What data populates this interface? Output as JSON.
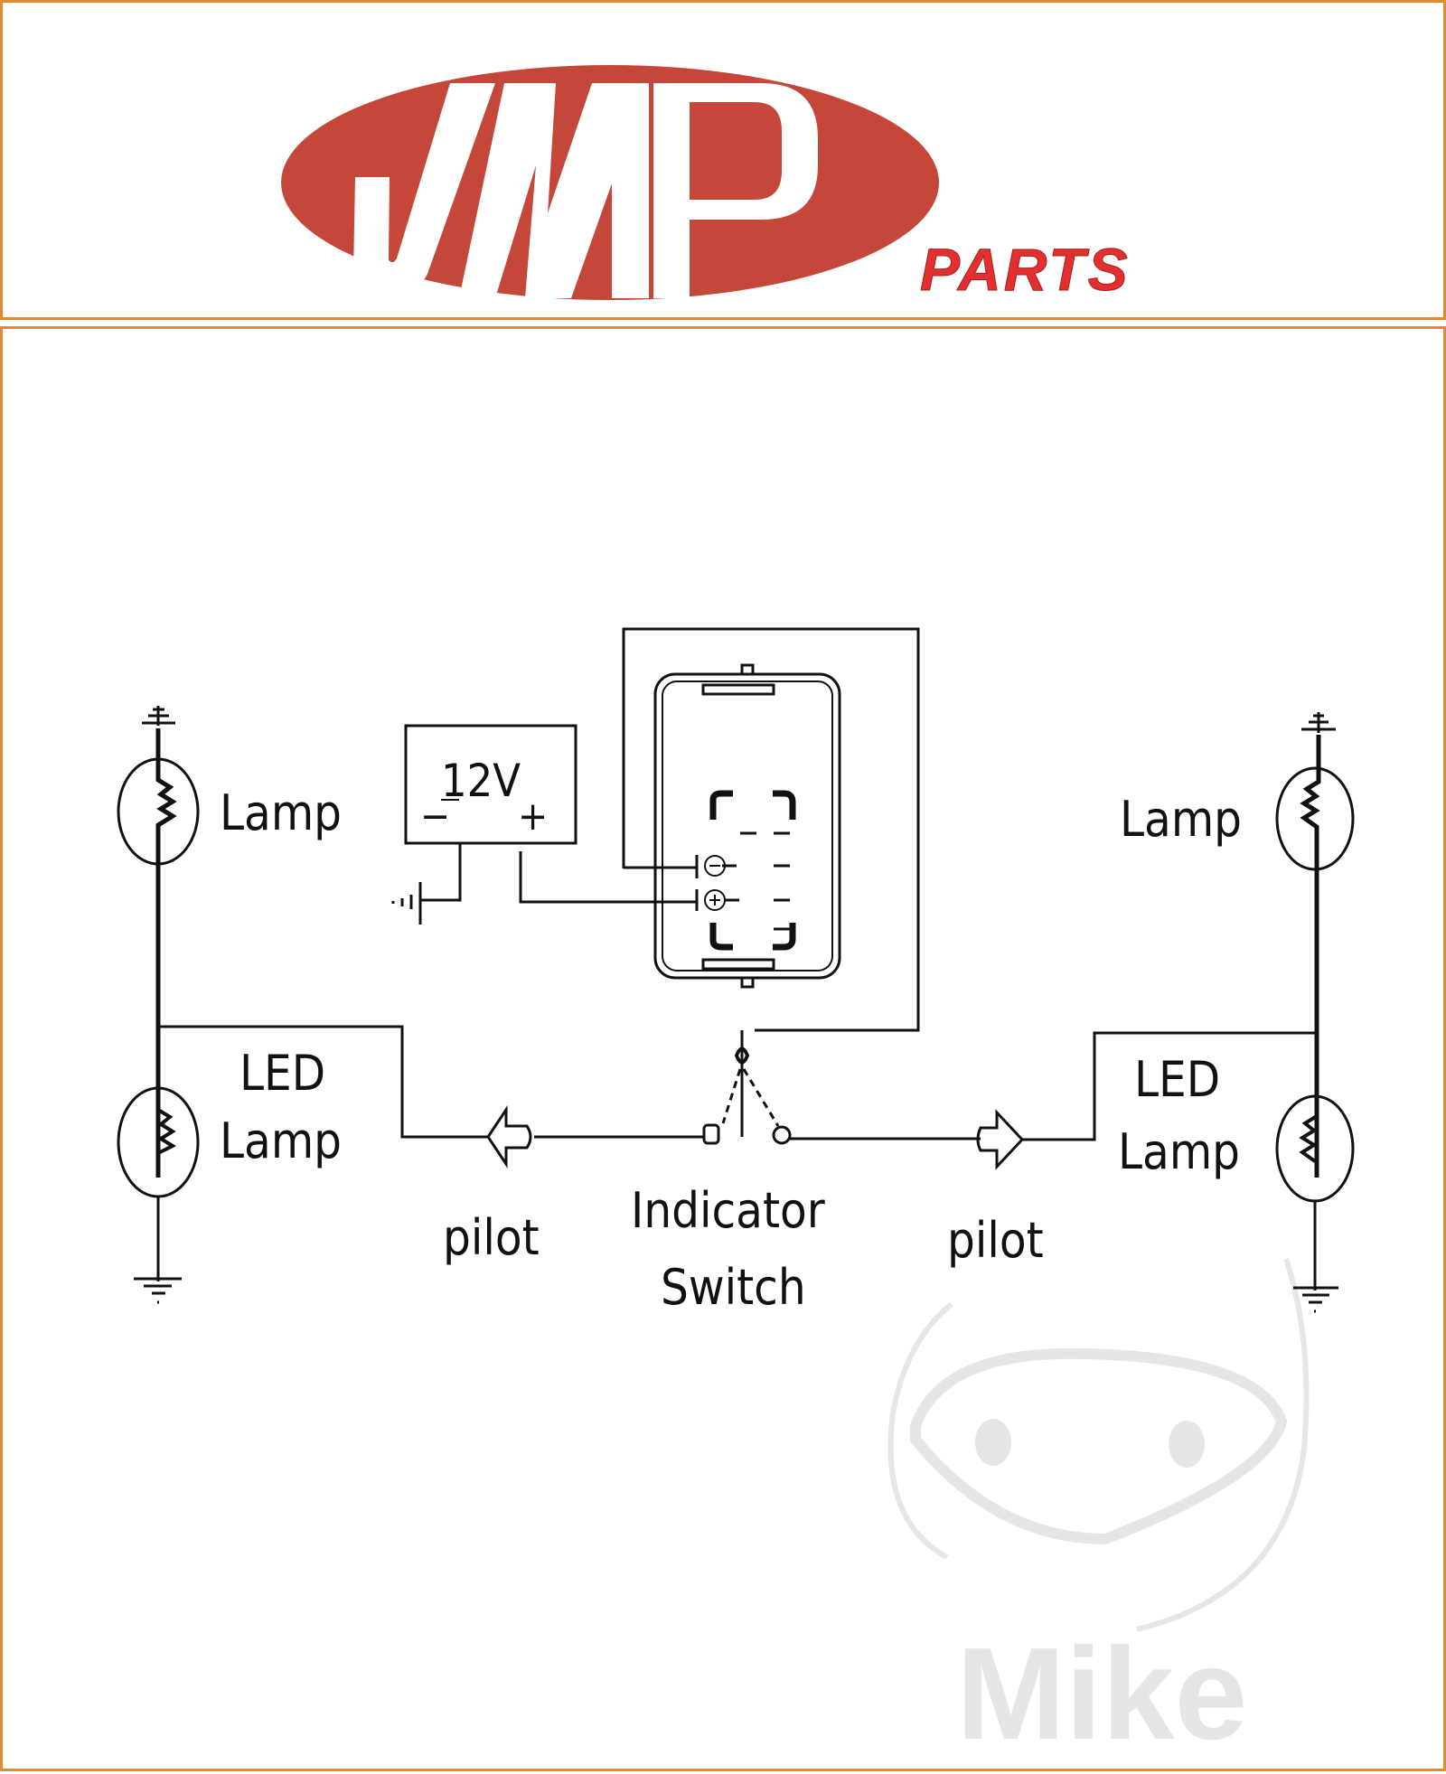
{
  "header": {
    "logo_text": "JMP",
    "tagline": "PARTS",
    "brand_color": "#c5473a",
    "tagline_color": "#e3302f",
    "frame_color": "#e38a2c"
  },
  "diagram": {
    "battery_label": "12V",
    "battery_minus": "−",
    "battery_plus": "+",
    "relay_minus_terminal": "⊖",
    "relay_plus_terminal": "⊕",
    "left_top_lamp": "Lamp",
    "left_led_line1": "LED",
    "left_led_line2": "Lamp",
    "right_top_lamp": "Lamp",
    "right_led_line1": "LED",
    "right_led_line2": "Lamp",
    "left_pilot": "pilot",
    "right_pilot": "pilot",
    "switch_line1": "Indicator",
    "switch_line2": "Switch"
  },
  "watermark": {
    "text": "Mike",
    "color": "#e6e6e6"
  }
}
